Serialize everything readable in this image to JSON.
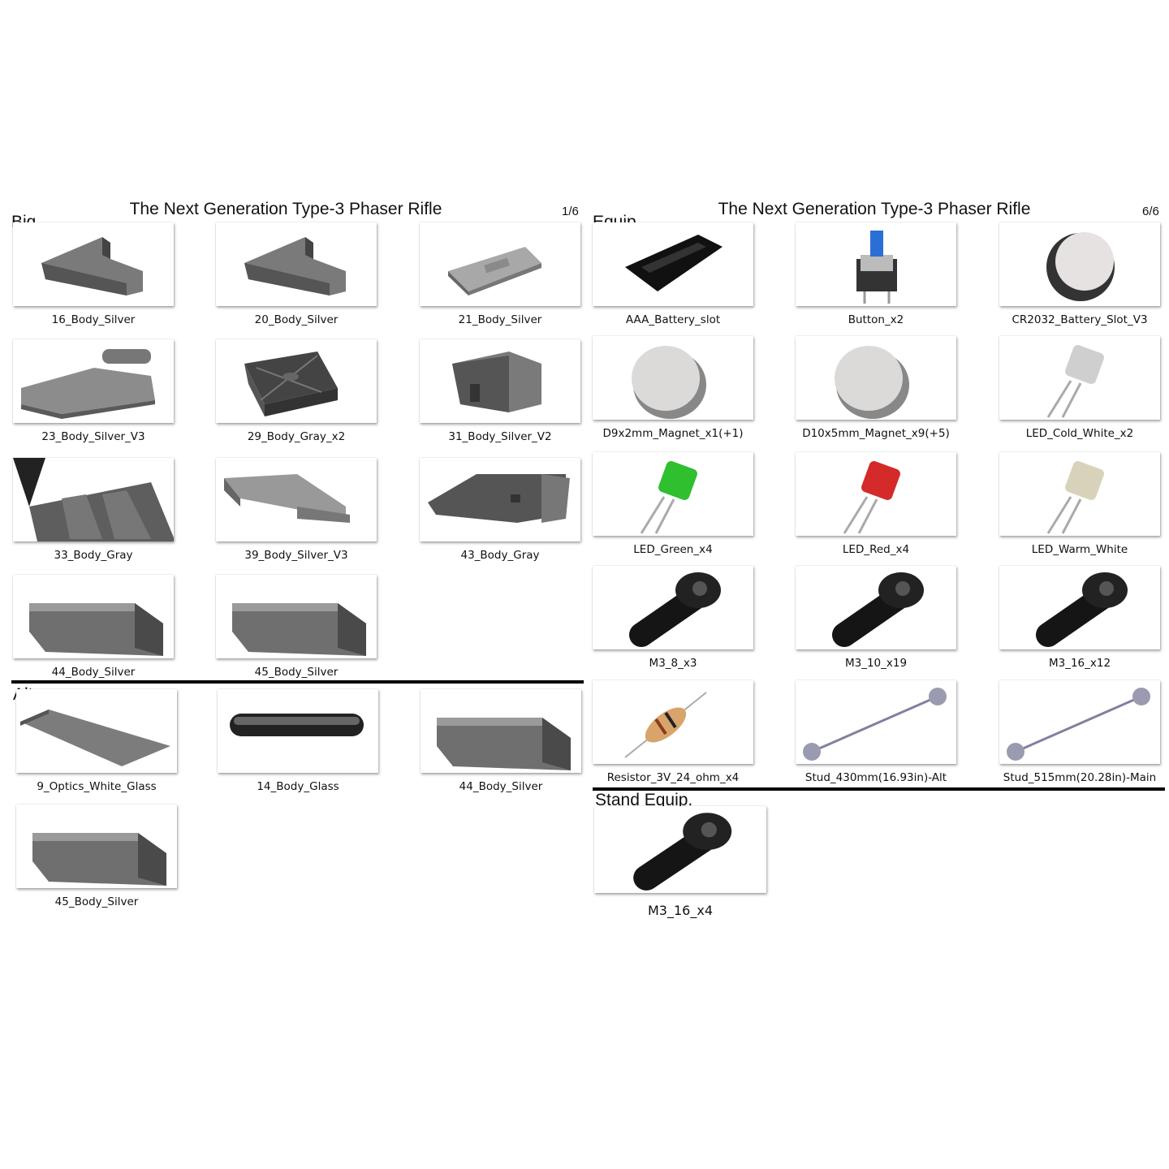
{
  "left_sheet": {
    "title": "The Next Generation Type-3 Phaser Rifle",
    "page": "1/6",
    "sections": [
      {
        "label": "Big",
        "parts": [
          "16_Body_Silver",
          "20_Body_Silver",
          "21_Body_Silver",
          "23_Body_Silver_V3",
          "29_Body_Gray_x2",
          "31_Body_Silver_V2",
          "33_Body_Gray",
          "39_Body_Silver_V3",
          "43_Body_Gray",
          "44_Body_Silver",
          "45_Body_Silver"
        ]
      },
      {
        "label": "Alt.",
        "parts": [
          "9_Optics_White_Glass",
          "14_Body_Glass",
          "44_Body_Silver",
          "45_Body_Silver"
        ]
      }
    ]
  },
  "right_sheet": {
    "title": "The Next Generation Type-3 Phaser Rifle",
    "page": "6/6",
    "sections": [
      {
        "label": "Equip.",
        "parts": [
          "AAA_Battery_slot",
          "Button_x2",
          "CR2032_Battery_Slot_V3",
          "D9x2mm_Magnet_x1(+1)",
          "D10x5mm_Magnet_x9(+5)",
          "LED_Cold_White_x2",
          "LED_Green_x4",
          "LED_Red_x4",
          "LED_Warm_White",
          "M3_8_x3",
          "M3_10_x19",
          "M3_16_x12",
          "Resistor_3V_24_ohm_x4",
          "Stud_430mm(16.93in)-Alt",
          "Stud_515mm(20.28in)-Main"
        ]
      },
      {
        "label": "Stand Equip.",
        "parts": [
          "M3_16_x4"
        ]
      }
    ]
  },
  "colors": {
    "part_gray": "#6f6f6f",
    "part_dark": "#3a3a3a",
    "led_green": "#2fbf2f",
    "led_red": "#d42a2a",
    "led_cold_white": "#cfcfcf",
    "led_warm_white": "#d9d2bb",
    "button_blue": "#2a6fd6"
  }
}
